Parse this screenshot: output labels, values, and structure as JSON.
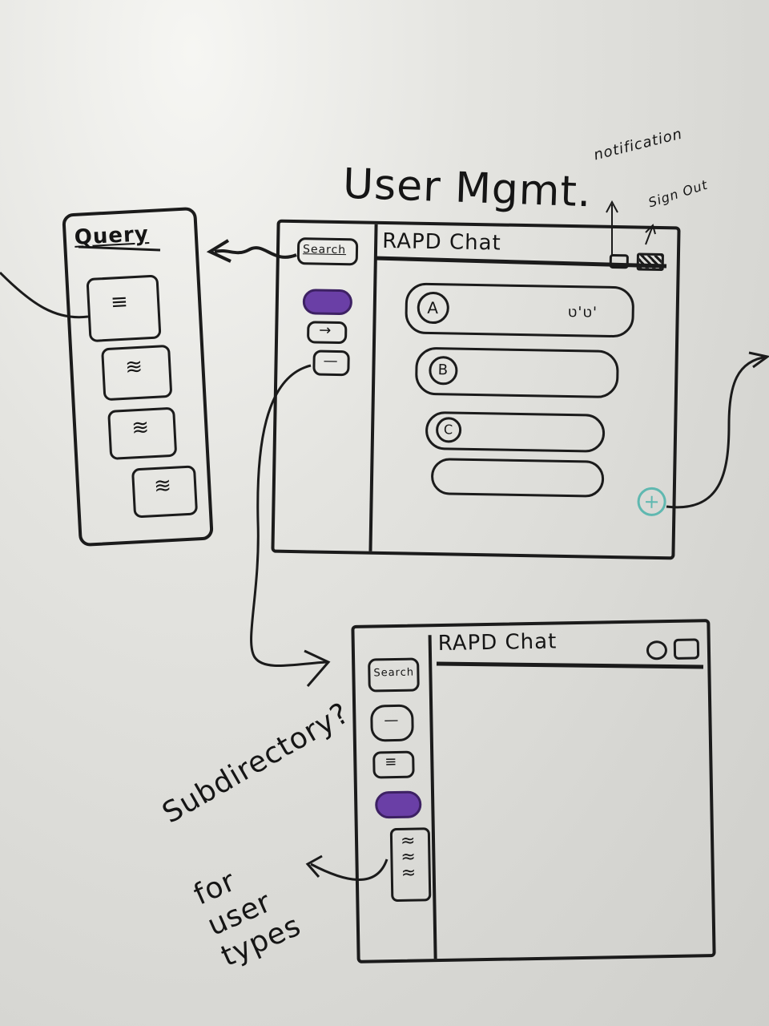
{
  "title": "User Mgmt.",
  "annotations": {
    "notification": "notification",
    "sign_out": "Sign Out",
    "subdirectory": "Subdirectory?",
    "for_user_types": "for user types"
  },
  "query_panel": {
    "title": "Query"
  },
  "screen_main": {
    "search_label": "Search",
    "app_title": "RAPD Chat",
    "chat_items": [
      {
        "avatar": "A",
        "meta": "ט'ט'"
      },
      {
        "avatar": "B",
        "meta": ""
      },
      {
        "avatar": "C",
        "meta": ""
      },
      {
        "avatar": "",
        "meta": ""
      }
    ],
    "add_label": "+"
  },
  "screen_second": {
    "search_label": "Search",
    "app_title": "RAPD Chat"
  },
  "colors": {
    "ink": "#1b1b1b",
    "purple": "#6a3fa6",
    "teal": "#5fb8b0"
  }
}
